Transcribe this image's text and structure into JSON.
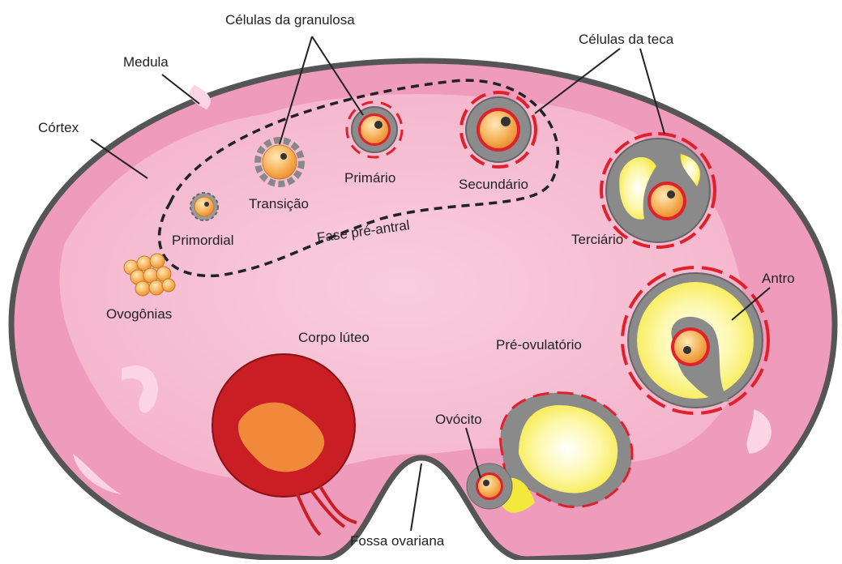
{
  "labels": {
    "celulas_granulosa": "Células da granulosa",
    "celulas_teca": "Células da teca",
    "medula": "Medula",
    "cortex": "Córtex",
    "transicao": "Transição",
    "primario": "Primário",
    "secundario": "Secundário",
    "primordial": "Primordial",
    "fase_pre_antral": "Fase pré-antral",
    "terciario": "Terciário",
    "ovogonias": "Ovogônias",
    "antro": "Antro",
    "corpo_luteo": "Corpo lúteo",
    "pre_ovulatorio": "Pré-ovulatório",
    "ovocito": "Ovócito",
    "fossa_ovariana": "Fossa ovariana"
  },
  "colors": {
    "outline": "#555555",
    "cortex": "#ee98b8",
    "medulla": "#f6bfd3",
    "antrum": "#fbf38a",
    "oocyte": "#f5a545",
    "theca": "#e0202a",
    "granulosa": "#8a8a8a",
    "corpus_luteum": "#c81e24",
    "corpus_core": "#f08a3a"
  }
}
